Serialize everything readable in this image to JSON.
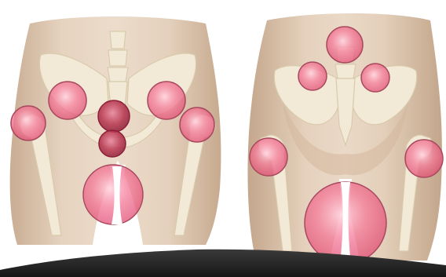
{
  "headline_partial": "",
  "colors": {
    "background": "#ffffff",
    "skin_light": "#e9d8c8",
    "skin_mid": "#d8c0a8",
    "skin_shadow": "#c4a78c",
    "bone": "#f3ecd9",
    "bone_shadow": "#d9ccb0",
    "pain_fill": "#f06a8c",
    "pain_dark": "#b0304f",
    "pain_stroke": "#a8485e",
    "bottom_band": "#1e1e1e"
  },
  "views": [
    {
      "name": "front-view",
      "pain_points": 7
    },
    {
      "name": "back-view",
      "pain_points": 6
    }
  ]
}
